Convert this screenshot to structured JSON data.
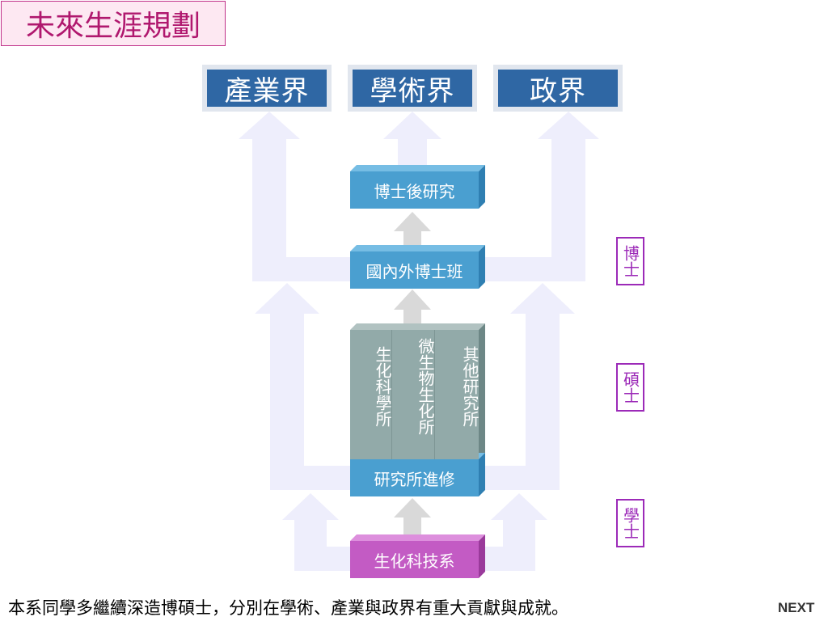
{
  "page_title": "未來生涯規劃",
  "destinations": [
    "產業界",
    "學術界",
    "政界"
  ],
  "stages": {
    "postdoc": "博士後研究",
    "phd_program": "國內外博士班",
    "graduate_study": "研究所進修",
    "department": "生化科技系"
  },
  "graduate_institutes": [
    "生化科學所",
    "微生物生化所",
    "其他研究所"
  ],
  "degree_labels": [
    "博士",
    "碩士",
    "學士"
  ],
  "footer_text": "本系同學多繼續深造博碩士，分別在學術、產業與政界有重大貢獻與成就。",
  "next_label": "NEXT",
  "colors": {
    "destination_fill": "#2f67a4",
    "stage_box": "#4a9fd0",
    "department_box": "#c35bc4",
    "institute_box": "#92aaa9",
    "big_arrow": "#eeeefc",
    "small_arrow": "#d9d9d9",
    "degree_border": "#9c2ab8",
    "title_text": "#b0186e"
  }
}
